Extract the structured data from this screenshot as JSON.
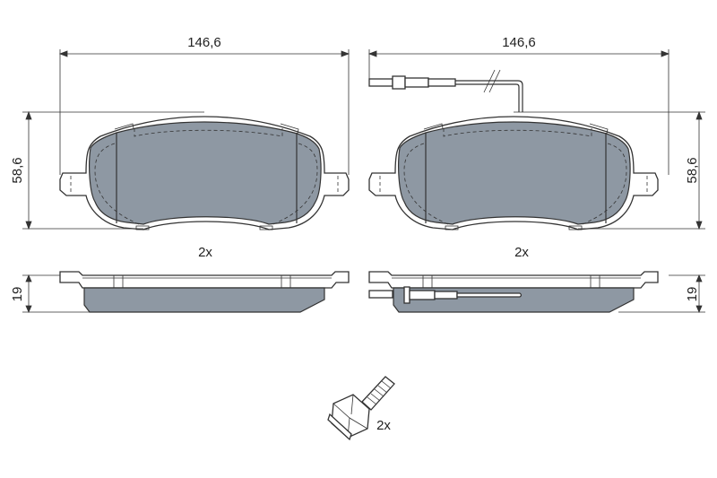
{
  "drawing": {
    "width_label_left": "146,6",
    "width_label_right": "146,6",
    "height_label_left": "58,6",
    "height_label_right": "58,6",
    "thickness_label_left": "19",
    "thickness_label_right": "19",
    "qty_left_pad": "2x",
    "qty_right_pad": "2x",
    "qty_bolt": "2x"
  },
  "colors": {
    "friction": "#8e98a3",
    "line": "#333333"
  }
}
